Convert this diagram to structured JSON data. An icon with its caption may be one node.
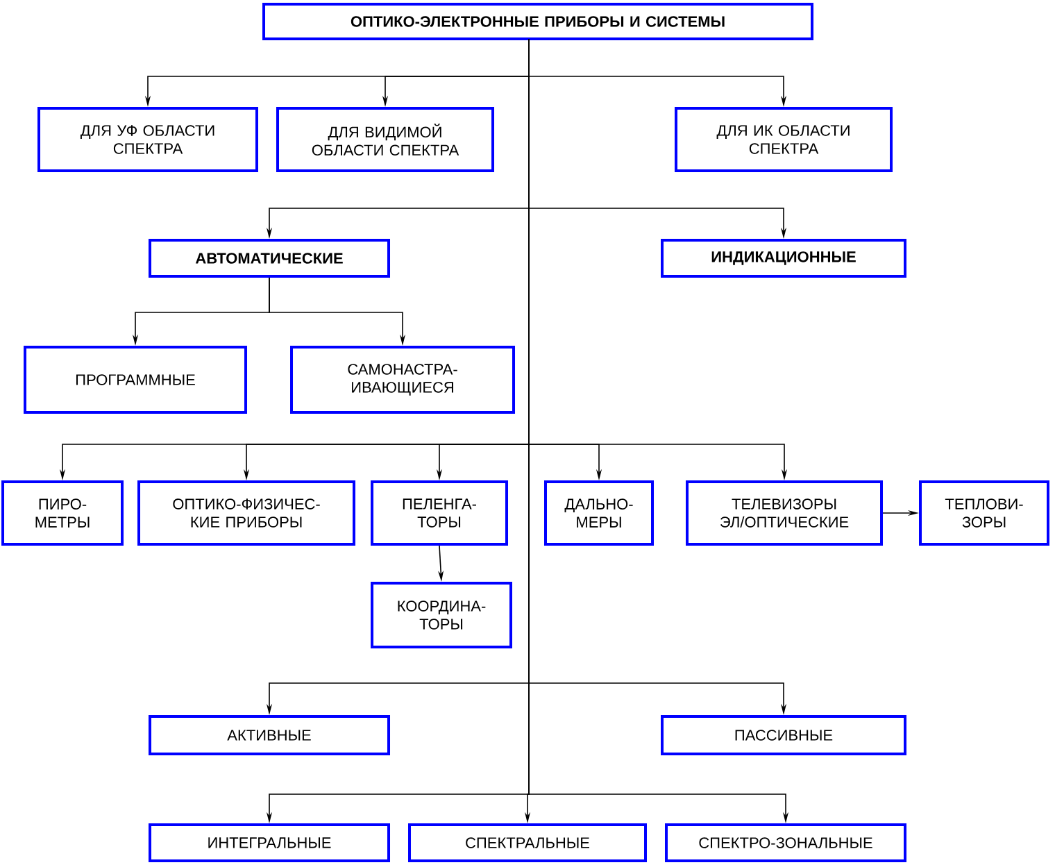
{
  "diagram": {
    "nodes": [
      {
        "text": [
          "ОПТИКО-ЭЛЕКТРОННЫЕ ПРИБОРЫ И СИСТЕМЫ"
        ]
      },
      {
        "text": [
          "ДЛЯ УФ ОБЛАСТИ СПЕКТРА"
        ]
      },
      {
        "text": [
          "ДЛЯ ВИДИМОЙ ОБЛАСТИ СПЕКТРА"
        ]
      },
      {
        "text": [
          "ДЛЯ ИК ОБЛАСТИ СПЕКТРА"
        ]
      },
      {
        "text": [
          "АВТОМАТИЧЕСКИЕ"
        ]
      },
      {
        "text": [
          "ИНДИКАЦИОННЫЕ"
        ]
      },
      {
        "text": [
          "ПРОГРАММНЫЕ"
        ]
      },
      {
        "text": [
          "САМОНАСТРА- ИВАЮЩИЕСЯ"
        ]
      },
      {
        "text": [
          "ПИРО- МЕТРЫ"
        ]
      },
      {
        "text": [
          "ОПТИКО-ФИЗИЧЕС- КИЕ ПРИБОРЫ"
        ]
      },
      {
        "text": [
          "ПЕЛЕНГА- ТОРЫ"
        ]
      },
      {
        "text": [
          "ДАЛЬНО- МЕРЫ"
        ]
      },
      {
        "text": [
          "ТЕЛЕВИЗОРЫ ЭЛ/ОПТИЧЕСКИЕ"
        ]
      },
      {
        "text": [
          "ТЕПЛОВИ- ЗОРЫ"
        ]
      },
      {
        "text": [
          "КООРДИНА- ТОРЫ"
        ]
      },
      {
        "text": [
          "АКТИВНЫЕ"
        ]
      },
      {
        "text": [
          "ПАССИВНЫЕ"
        ]
      },
      {
        "text": [
          "ИНТЕГРАЛЬНЫЕ"
        ]
      },
      {
        "text": [
          "СПЕКТРАЛЬНЫЕ"
        ]
      },
      {
        "text": [
          "СПЕКТРО-ЗОНАЛЬНЫЕ"
        ]
      }
    ],
    "edges": [
      {
        "from": 0,
        "to": 1,
        "arrow": "to"
      },
      {
        "from": 0,
        "to": 2,
        "arrow": "to"
      },
      {
        "from": 0,
        "to": 3,
        "arrow": "to"
      },
      {
        "from": 0,
        "to": 4,
        "arrow": "to"
      },
      {
        "from": 0,
        "to": 5,
        "arrow": "to"
      },
      {
        "from": 4,
        "to": 6,
        "arrow": "to"
      },
      {
        "from": 4,
        "to": 7,
        "arrow": "to"
      },
      {
        "from": 0,
        "to": 8,
        "arrow": "to"
      },
      {
        "from": 0,
        "to": 9,
        "arrow": "to"
      },
      {
        "from": 0,
        "to": 10,
        "arrow": "to"
      },
      {
        "from": 0,
        "to": 11,
        "arrow": "to"
      },
      {
        "from": 0,
        "to": 12,
        "arrow": "to"
      },
      {
        "from": 12,
        "to": 13,
        "arrow": "to"
      },
      {
        "from": 10,
        "to": 14,
        "arrow": "to"
      },
      {
        "from": 0,
        "to": 15,
        "arrow": "to"
      },
      {
        "from": 0,
        "to": 16,
        "arrow": "to"
      },
      {
        "from": 0,
        "to": 17,
        "arrow": "to"
      },
      {
        "from": 0,
        "to": 18,
        "arrow": "to"
      },
      {
        "from": 0,
        "to": 19,
        "arrow": "to"
      }
    ]
  }
}
